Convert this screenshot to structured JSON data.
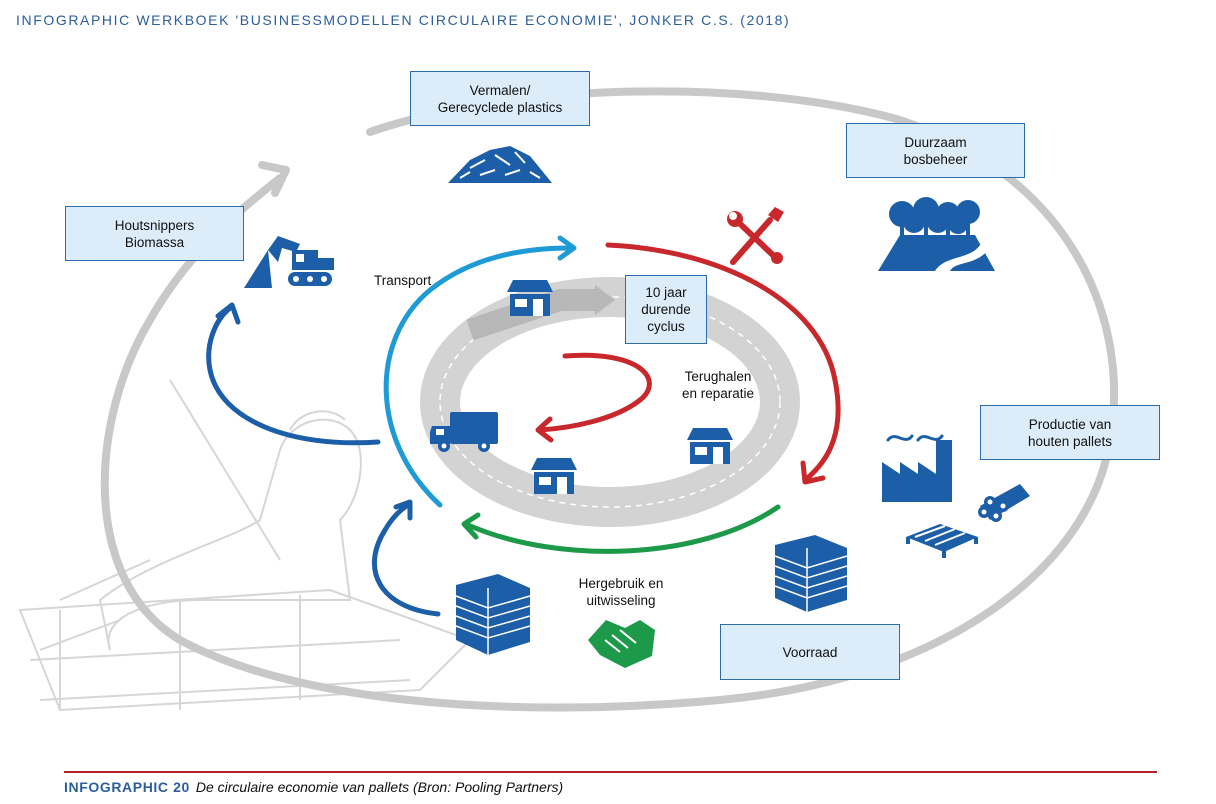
{
  "header": {
    "title": "INFOGRAPHIC WERKBOEK 'BUSINESSMODELLEN CIRCULAIRE ECONOMIE', JONKER C.S. (2018)"
  },
  "boxes": {
    "vermalen": [
      "Vermalen/",
      "Gerecyclede plastics"
    ],
    "duurzaam": [
      "Duurzaam",
      "bosbeheer"
    ],
    "houtsnippers": [
      "Houtsnippers",
      "Biomassa"
    ],
    "productie": [
      "Productie van",
      "houten pallets"
    ],
    "voorraad": [
      "Voorraad"
    ],
    "cyclus": [
      "10 jaar",
      "durende",
      "cyclus"
    ]
  },
  "labels": {
    "transport": "Transport",
    "terughalen": [
      "Terughalen",
      "en reparatie"
    ],
    "hergebruik": [
      "Hergebruik en",
      "uitwisseling"
    ]
  },
  "footer": {
    "number": "INFOGRAPHIC 20",
    "caption": "De circulaire economie van pallets (Bron: Pooling Partners)"
  },
  "icons": [
    "crushed-plastic-icon",
    "forest-icon",
    "excavator-icon",
    "tools-icon",
    "factory-icon",
    "logs-icon",
    "pallet-icon",
    "pallet-stack-icon",
    "handshake-icon",
    "truck-icon",
    "shop-icon",
    "person-on-pallet-illustration"
  ],
  "colors": {
    "blue": "#1d5ea8",
    "light_blue": "#1e9ad6",
    "red": "#c8282c",
    "green": "#1c9a4a",
    "grey": "#c8c8c8",
    "box_fill": "#dcecf8"
  }
}
